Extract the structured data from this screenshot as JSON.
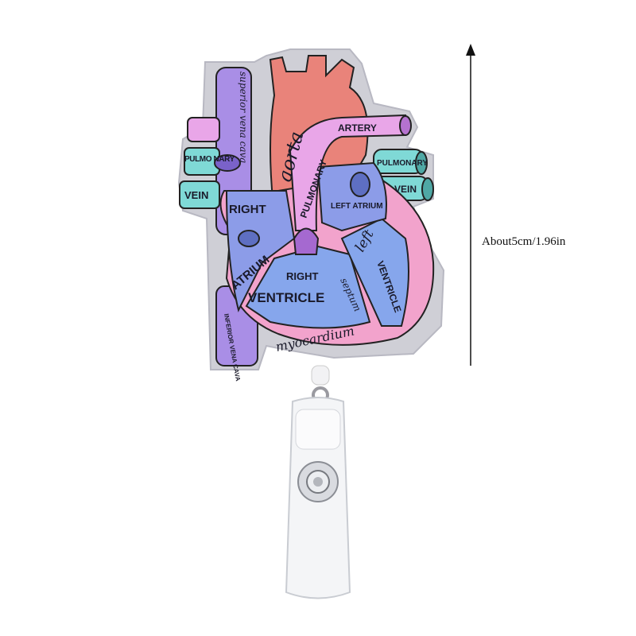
{
  "dimension": {
    "label": "About5cm/1.96in"
  },
  "heart_labels": {
    "aorta": "aorta",
    "superior_vena_cava": "superior vena cava",
    "pulmonary_artery_left": "PULMONARY ARTERY",
    "pulmonary_left": "PULMO NARY",
    "vein_left": "VEIN",
    "pulmonary": "PULMONARY",
    "artery": "ARTERY",
    "pulmonary_right": "PULMONARY",
    "vein_right": "VEIN",
    "left_atrium": "LEFT ATRIUM",
    "right_atrium_1": "RIGHT",
    "right_atrium_2": "ATRIUM",
    "right_ventricle_1": "RIGHT",
    "right_ventricle_2": "VENTRICLE",
    "left_ventricle_1": "left",
    "left_ventricle_2": "VENTRICLE",
    "septum": "septum",
    "myocardium": "myocardium",
    "inferior_vena_cava": "INFERIOR VENA CAVA"
  },
  "colors": {
    "aorta": "#e9837a",
    "vena": "#a98ee6",
    "pulmonary_artery": "#e9a6e8",
    "vein": "#7fd9d6",
    "atrium": "#8c9ce8",
    "ventricle": "#86a6ec",
    "myocardium": "#f2a3cc",
    "glitter": "#cfcfd6"
  }
}
